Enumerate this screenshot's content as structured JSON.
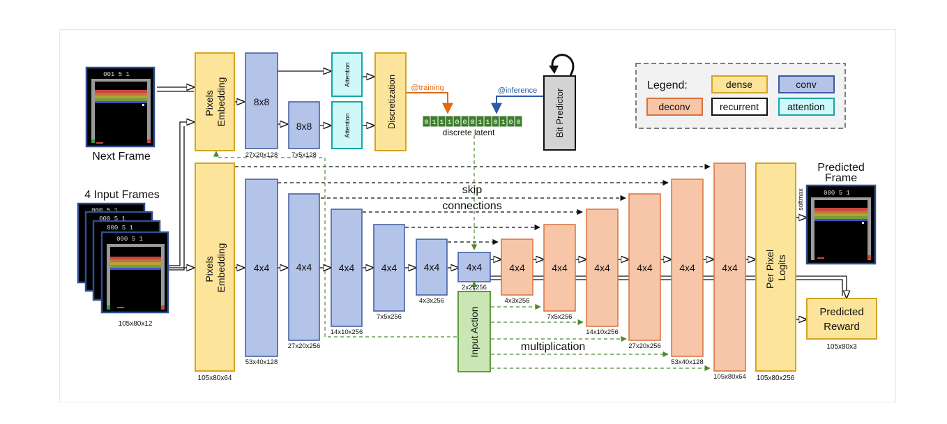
{
  "colors": {
    "dense": "#FCE49A",
    "dense_border": "#D4A521",
    "conv": "#B4C3E8",
    "conv_border": "#3D5AA0",
    "deconv": "#F7C5A7",
    "deconv_border": "#D8723B",
    "attention": "#CFF8F8",
    "attention_border": "#16A6A6",
    "action": "#C9E6B4",
    "action_border": "#5E9A3A",
    "training": "#E06A14",
    "inference": "#2E5AA8",
    "latent": "#3E7D2E",
    "gray": "#D3D3D3"
  },
  "labels": {
    "next_frame": "Next Frame",
    "input_frames": "4 Input Frames",
    "input_frames_size": "105x80x12",
    "pixels_embedding": "Pixels Embedding",
    "pe_top_size": "",
    "pe_bottom_size": "105x80x64",
    "conv_8x8": "8x8",
    "conv_8x8_a_size": "27x20x128",
    "conv_8x8_b_size": "7x5x128",
    "attention": "Attention",
    "discretization": "Discretization",
    "training": "@training",
    "inference": "@inference",
    "latent_bits": "0111000110100",
    "discrete_latent": "discrete latent",
    "bit_predictor": "Bit Predictor",
    "skip_line1": "skip",
    "skip_line2": "connections",
    "multiplication": "multiplication",
    "input_action": "Input Action",
    "per_pixel_logits": "Per Pixel Logits",
    "softmax": "softmax",
    "predicted_frame_line1": "Predicted",
    "predicted_frame_line2": "Frame",
    "predicted_reward_line1": "Predicted",
    "predicted_reward_line2": "Reward",
    "predicted_reward_size": "105x80x3",
    "per_pixel_size": "105x80x256",
    "kernel_4x4": "4x4",
    "frame_score": "000 5 1",
    "next_frame_score": "001 5 1"
  },
  "encoder": [
    {
      "size": "53x40x128"
    },
    {
      "size": "27x20x256"
    },
    {
      "size": "14x10x256"
    },
    {
      "size": "7x5x256"
    },
    {
      "size": "4x3x256"
    },
    {
      "size": "2x2x256"
    }
  ],
  "decoder": [
    {
      "size": "4x3x256"
    },
    {
      "size": "7x5x256"
    },
    {
      "size": "14x10x256"
    },
    {
      "size": "27x20x256"
    },
    {
      "size": "53x40x128"
    },
    {
      "size": "105x80x64"
    }
  ],
  "legend": {
    "title": "Legend:",
    "items": [
      {
        "label": "dense",
        "kind": "dense"
      },
      {
        "label": "conv",
        "kind": "conv"
      },
      {
        "label": "deconv",
        "kind": "deconv"
      },
      {
        "label": "recurrent",
        "kind": "recurrent"
      },
      {
        "label": "attention",
        "kind": "attention"
      }
    ]
  }
}
